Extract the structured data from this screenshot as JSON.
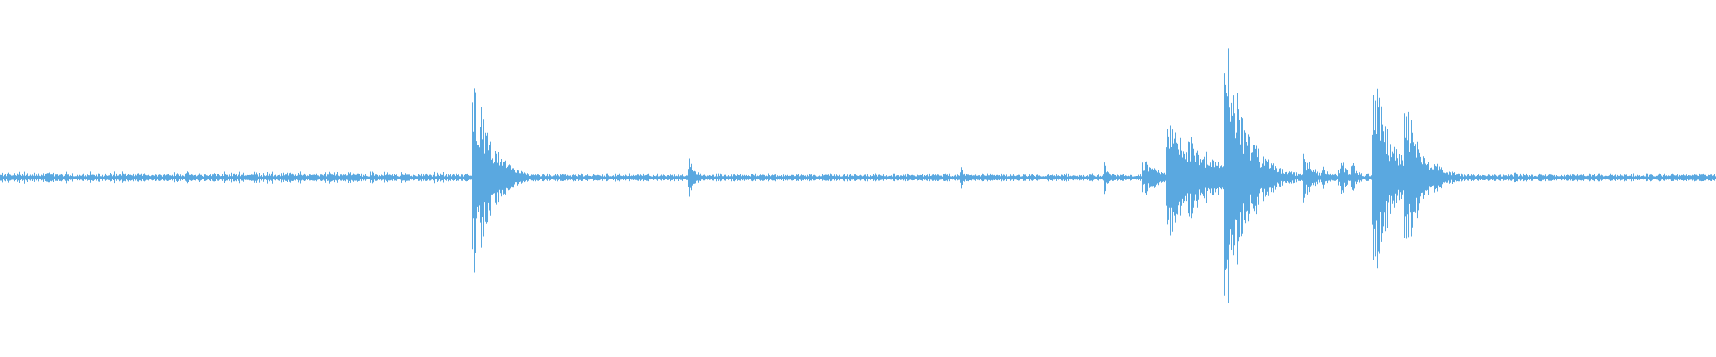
{
  "waveform": {
    "color": "#5aa8e0",
    "background": "#ffffff",
    "events": [
      {
        "t": 0.2755,
        "amp": 0.7,
        "dur": 0.01
      },
      {
        "t": 0.4015,
        "amp": 0.12,
        "dur": 0.004
      },
      {
        "t": 0.56,
        "amp": 0.07,
        "dur": 0.002
      },
      {
        "t": 0.644,
        "amp": 0.12,
        "dur": 0.002
      },
      {
        "t": 0.666,
        "amp": 0.12,
        "dur": 0.01
      },
      {
        "t": 0.672,
        "amp": 0.08,
        "dur": 0.003
      },
      {
        "t": 0.68,
        "amp": 0.4,
        "dur": 0.025
      },
      {
        "t": 0.69,
        "amp": 0.08,
        "dur": 0.004
      },
      {
        "t": 0.695,
        "amp": 0.27,
        "dur": 0.006
      },
      {
        "t": 0.714,
        "amp": 0.95,
        "dur": 0.012
      },
      {
        "t": 0.724,
        "amp": 0.28,
        "dur": 0.003
      },
      {
        "t": 0.73,
        "amp": 0.2,
        "dur": 0.005
      },
      {
        "t": 0.76,
        "amp": 0.15,
        "dur": 0.006
      },
      {
        "t": 0.771,
        "amp": 0.07,
        "dur": 0.004
      },
      {
        "t": 0.78,
        "amp": 0.08,
        "dur": 0.004
      },
      {
        "t": 0.782,
        "amp": 0.14,
        "dur": 0.003
      },
      {
        "t": 0.788,
        "amp": 0.1,
        "dur": 0.004
      },
      {
        "t": 0.8,
        "amp": 0.75,
        "dur": 0.01
      },
      {
        "t": 0.819,
        "amp": 0.55,
        "dur": 0.01
      },
      {
        "t": 0.836,
        "amp": 0.12,
        "dur": 0.004
      },
      {
        "t": 0.883,
        "amp": 0.04,
        "dur": 0.002
      }
    ],
    "noise_floor": 0.018,
    "busy_region": {
      "start": 0.0,
      "end": 0.26,
      "amp": 0.035
    }
  }
}
